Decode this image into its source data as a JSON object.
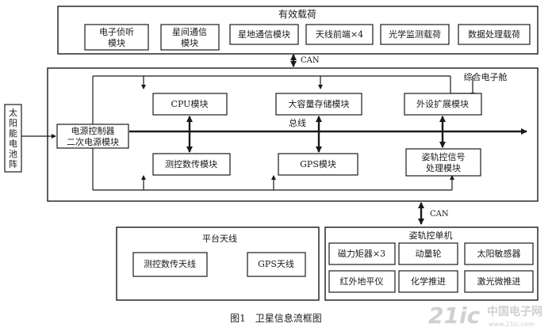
{
  "payload": {
    "title": "有效载荷",
    "modules": [
      "电子侦听\n模块",
      "星间通信\n模块",
      "星地通信模块",
      "天线前端×4",
      "光学监测载荷",
      "数据处理载荷"
    ]
  },
  "link_can_top": "CAN",
  "link_can_right": "CAN",
  "avionics": {
    "title": "综合电子舱",
    "bus_label": "总线",
    "power_controller": "电源控制器\n二次电源模块",
    "cpu": "CPU模块",
    "storage": "大容量存储模块",
    "peripheral": "外设扩展模块",
    "ttc": "测控数传模块",
    "gps": "GPS模块",
    "aocs_signal": "姿轨控信号\n处理模块"
  },
  "solar_array": "太阳能电池阵",
  "platform_antenna": {
    "title": "平台天线",
    "items": [
      "测控数传天线",
      "GPS天线"
    ]
  },
  "aocs": {
    "title": "姿轨控单机",
    "items": [
      "磁力矩器×3",
      "动量轮",
      "太阳敏感器",
      "红外地平仪",
      "化学推进",
      "激光微推进"
    ]
  },
  "caption": "图1　卫星信息流框图",
  "watermark": {
    "main": "21ic",
    "cn": "中国电子网",
    "url": "www.21ic.com"
  },
  "colors": {
    "ink": "#1a1a1a",
    "watermark": "#c8c8c8"
  }
}
